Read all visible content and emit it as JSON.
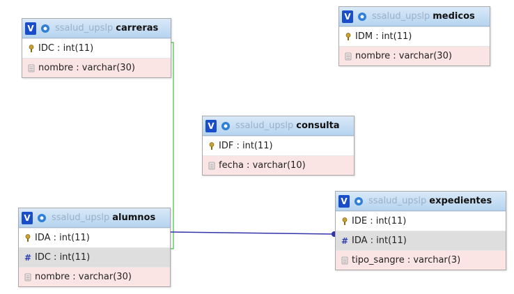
{
  "colors": {
    "link_carreras": "#66cc66",
    "link_expedientes": "#3333aa",
    "header_db": "#9bb0c8",
    "pk_row": "#ffffff",
    "plain_row": "#fbe4e4",
    "fk_row": "#dedede"
  },
  "tables": {
    "carreras": {
      "toggle": "V",
      "db": "ssalud_upslp",
      "name": "carreras",
      "columns": [
        {
          "text": "IDC : int(11)",
          "icon": "key-icon"
        },
        {
          "text": "nombre : varchar(30)",
          "icon": "column-icon"
        }
      ]
    },
    "medicos": {
      "toggle": "V",
      "db": "ssalud_upslp",
      "name": "medicos",
      "columns": [
        {
          "text": "IDM : int(11)",
          "icon": "key-icon"
        },
        {
          "text": "nombre : varchar(30)",
          "icon": "column-icon"
        }
      ]
    },
    "consulta": {
      "toggle": "V",
      "db": "ssalud_upslp",
      "name": "consulta",
      "columns": [
        {
          "text": "IDF : int(11)",
          "icon": "key-icon"
        },
        {
          "text": "fecha : varchar(10)",
          "icon": "column-icon"
        }
      ]
    },
    "alumnos": {
      "toggle": "V",
      "db": "ssalud_upslp",
      "name": "alumnos",
      "columns": [
        {
          "text": "IDA : int(11)",
          "icon": "key-icon"
        },
        {
          "text": "IDC : int(11)",
          "icon": "foreign-key-icon"
        },
        {
          "text": "nombre : varchar(30)",
          "icon": "column-icon"
        }
      ]
    },
    "expedientes": {
      "toggle": "V",
      "db": "ssalud_upslp",
      "name": "expedientes",
      "columns": [
        {
          "text": "IDE : int(11)",
          "icon": "key-icon"
        },
        {
          "text": "IDA : int(11)",
          "icon": "foreign-key-icon"
        },
        {
          "text": "tipo_sangre : varchar(3)",
          "icon": "column-icon"
        }
      ]
    }
  }
}
